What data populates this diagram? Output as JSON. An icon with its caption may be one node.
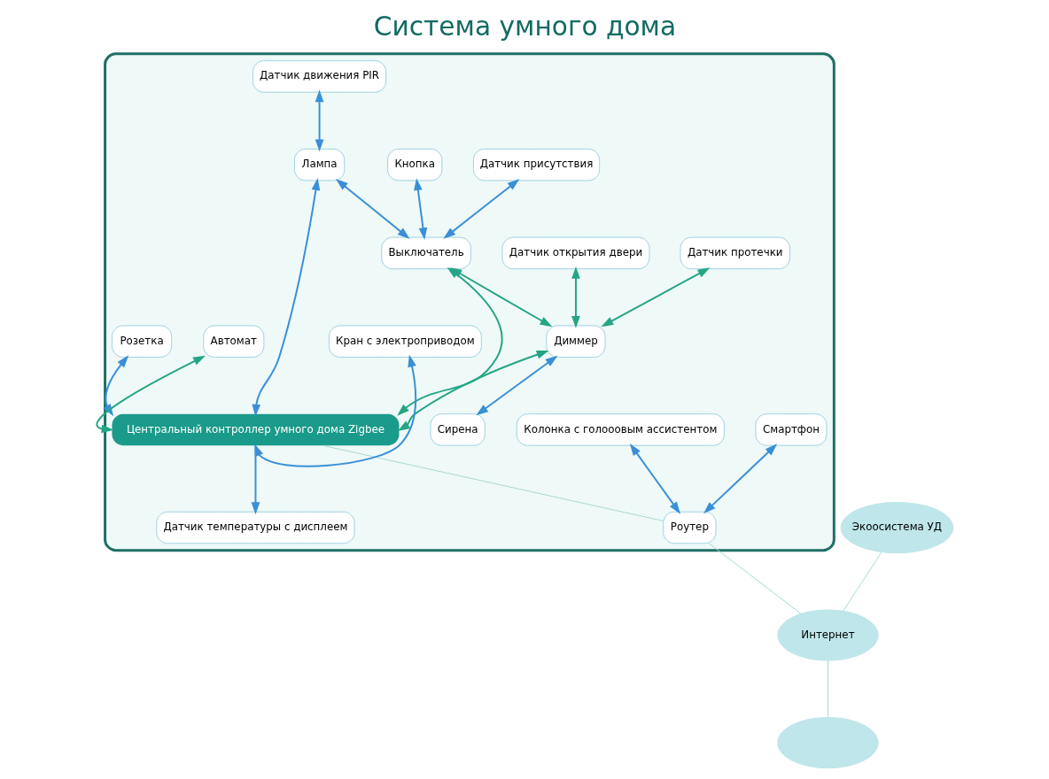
{
  "diagram": {
    "title": "Система умного дома",
    "nodes": [
      {
        "text": [],
        "shape": "house"
      },
      {
        "text": [
          "Датчик движения PIR"
        ],
        "in": 0
      },
      {
        "text": [
          "Лампа"
        ],
        "in": 0
      },
      {
        "text": [
          "Кнопка"
        ],
        "in": 0
      },
      {
        "text": [
          "Выключатель"
        ],
        "in": 0
      },
      {
        "text": [
          "Смартфон"
        ],
        "in": 0
      },
      {
        "text": [
          "Колонка с голооовым ассистентом"
        ],
        "in": 0
      },
      {
        "text": [
          "Датчик присутствия"
        ],
        "in": 0
      },
      {
        "text": [
          "Центральный контроллер умного дома Zigbee"
        ],
        "in": 0
      },
      {
        "text": [
          "Роутер"
        ],
        "in": 0
      },
      {
        "text": [
          "Диммер"
        ],
        "in": 0
      },
      {
        "text": [
          "Датчик протечки"
        ],
        "in": 0
      },
      {
        "text": [
          "Датчик температуры с дисплеем"
        ],
        "in": 0
      },
      {
        "text": [
          "Датчик открытия двери"
        ],
        "in": 0
      },
      {
        "text": [
          "Сирена"
        ],
        "in": 0
      },
      {
        "text": [
          "Розетка"
        ],
        "in": 0
      },
      {
        "text": [
          "Автомат"
        ],
        "in": 0
      },
      {
        "text": [
          "Кран с электроприводом"
        ],
        "in": 0
      },
      {
        "text": [
          "Экоосистема УД"
        ]
      },
      {
        "text": [
          "Интернет"
        ]
      },
      {
        "text": [],
        "shape": "cloud"
      }
    ],
    "edges": [
      {
        "from": 1,
        "to": 2,
        "arrow": "both"
      },
      {
        "from": 3,
        "to": 4,
        "arrow": "both"
      },
      {
        "from": 2,
        "to": 4,
        "arrow": "both"
      },
      {
        "from": 7,
        "to": 4,
        "arrow": "both"
      },
      {
        "from": 4,
        "to": 8,
        "arrow": "both",
        "color": "#25a585"
      },
      {
        "from": 2,
        "to": 8,
        "arrow": "both"
      },
      {
        "from": 4,
        "to": 10,
        "arrow": "both",
        "color": "#25a585"
      },
      {
        "from": 10,
        "to": 8,
        "arrow": "both",
        "color": "#25a585"
      },
      {
        "from": 11,
        "to": 10,
        "arrow": "both",
        "color": "#25a585"
      },
      {
        "from": 13,
        "to": 10,
        "arrow": "both",
        "color": "#25a585"
      },
      {
        "from": 10,
        "to": 14,
        "arrow": "both"
      },
      {
        "from": 15,
        "to": 8,
        "arrow": "both"
      },
      {
        "from": 16,
        "to": 8,
        "arrow": "both",
        "color": "#25a585"
      },
      {
        "from": 17,
        "to": 8,
        "arrow": "both"
      },
      {
        "from": 8,
        "to": 12,
        "arrow": "to"
      },
      {
        "from": 5,
        "to": 9,
        "arrow": "both"
      },
      {
        "from": 6,
        "to": 9,
        "arrow": "both"
      },
      {
        "from": 8,
        "to": 9,
        "arrow": "none",
        "color": "#a8d8d0"
      },
      {
        "from": 9,
        "to": 19,
        "arrow": "none",
        "color": "#a8d8d0"
      },
      {
        "from": 18,
        "to": 19,
        "arrow": "none",
        "color": "#a8d8d0"
      },
      {
        "from": 19,
        "to": 20,
        "arrow": "none",
        "color": "#a8d8d0"
      }
    ]
  }
}
